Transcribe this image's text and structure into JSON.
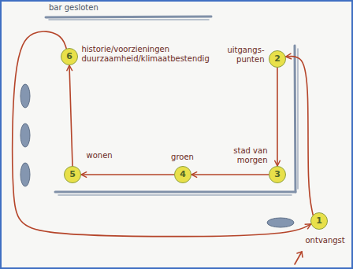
{
  "diagram": {
    "nodes": [
      {
        "text": [
          "1",
          "ontvangst"
        ]
      },
      {
        "text": [
          "2",
          "uitgangs- punten"
        ]
      },
      {
        "text": [
          "3",
          "stad van morgen"
        ]
      },
      {
        "text": [
          "4",
          "groen"
        ]
      },
      {
        "text": [
          "5",
          "wonen"
        ]
      },
      {
        "text": [
          "6",
          "historie/voorzieningen duurzaamheid/klimaatbestendig"
        ]
      }
    ],
    "edges": [
      {
        "from": 0,
        "to": 1,
        "arrow": "to"
      },
      {
        "from": 1,
        "to": 2,
        "arrow": "to"
      },
      {
        "from": 2,
        "to": 3,
        "arrow": "to"
      },
      {
        "from": 3,
        "to": 4,
        "arrow": "to"
      },
      {
        "from": 4,
        "to": 5,
        "arrow": "to"
      },
      {
        "from": 5,
        "to": 0,
        "arrow": "to"
      }
    ],
    "labels": [
      "bar gesloten"
    ]
  }
}
